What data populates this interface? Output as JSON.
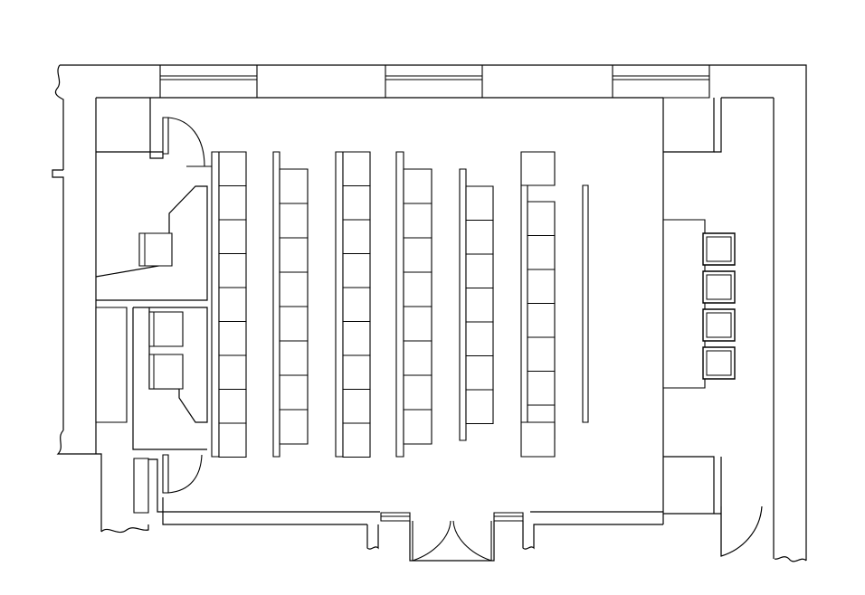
{
  "drawing": {
    "line_color": "#000000",
    "background_color": "#ffffff"
  },
  "seating": {
    "rows": [
      {
        "seat_count": 9
      },
      {
        "seat_count": 8
      },
      {
        "seat_count": 9
      },
      {
        "seat_count": 8
      },
      {
        "seat_count": 7
      },
      {
        "seat_count": 7
      }
    ]
  },
  "presenter_chairs": {
    "count": 4
  }
}
